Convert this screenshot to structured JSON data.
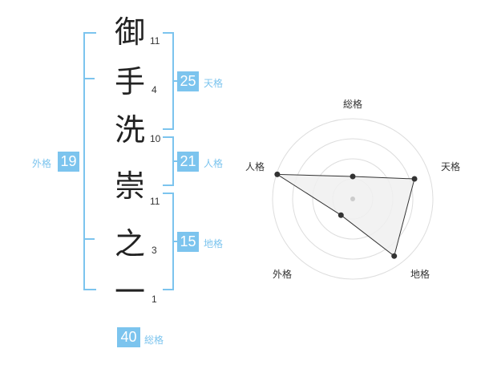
{
  "name": {
    "chars": [
      {
        "char": "御",
        "strokes": "11"
      },
      {
        "char": "手",
        "strokes": "4"
      },
      {
        "char": "洗",
        "strokes": "10"
      },
      {
        "char": "崇",
        "strokes": "11"
      },
      {
        "char": "之",
        "strokes": "3"
      },
      {
        "char": "一",
        "strokes": "1"
      }
    ]
  },
  "fortunes": {
    "tenkaku": {
      "value": "25",
      "label": "天格"
    },
    "jinkaku": {
      "value": "21",
      "label": "人格"
    },
    "chikaku": {
      "value": "15",
      "label": "地格"
    },
    "gaikaku": {
      "value": "19",
      "label": "外格"
    },
    "soukaku": {
      "value": "40",
      "label": "総格"
    }
  },
  "colors": {
    "accent": "#7cc4ee",
    "text": "#222222",
    "radar_fill": "#f0f0f0",
    "radar_stroke": "#333333"
  },
  "chart_data": {
    "type": "radar",
    "axes": [
      "総格",
      "天格",
      "地格",
      "外格",
      "人格"
    ],
    "values": [
      0.28,
      0.81,
      0.88,
      0.25,
      0.99
    ],
    "rings": 4,
    "max": 1
  }
}
